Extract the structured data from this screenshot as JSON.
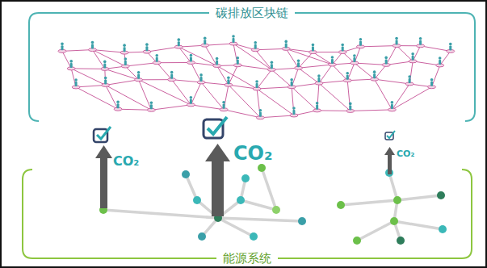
{
  "diagram": {
    "nodes": [
      {
        "text": [
          "碳排放区块链"
        ]
      },
      {
        "text": [
          "能源系统"
        ]
      }
    ],
    "labels": [
      "CO₂",
      "CO₂",
      "CO₂"
    ]
  }
}
